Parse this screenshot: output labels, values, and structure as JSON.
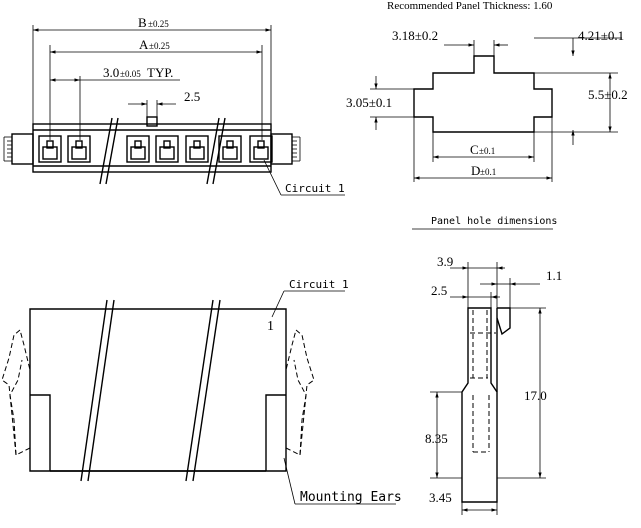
{
  "notes": {
    "panel_thickness": "Recommended Panel Thickness:  1.60",
    "panel_hole_title": "Panel hole dimensions",
    "circuit_1_top": "Circuit 1",
    "circuit_1_bottom": "Circuit 1",
    "circuit_1_number": "1",
    "mounting_ears": "Mounting Ears"
  },
  "front_view": {
    "dim_b_letter": "B",
    "dim_b_tol": "±0.25",
    "dim_a_letter": "A",
    "dim_a_tol": "±0.25",
    "dim_pitch_value": "3.0",
    "dim_pitch_tol": "±0.05",
    "dim_pitch_suffix": "TYP.",
    "dim_key": "2.5"
  },
  "panel_hole": {
    "dim_left_step": "3.18±0.2",
    "dim_right_step": "4.21±0.1",
    "dim_height_inner": "3.05±0.1",
    "dim_height_outer": "5.5±0.2",
    "dim_c_letter": "C",
    "dim_c_tol": "±0.1",
    "dim_d_letter": "D",
    "dim_d_tol": "±0.1"
  },
  "side_view": {
    "dim_3_9": "3.9",
    "dim_1_1": "1.1",
    "dim_2_5": "2.5",
    "dim_17_0": "17.0",
    "dim_8_35": "8.35",
    "dim_3_45": "3.45"
  }
}
